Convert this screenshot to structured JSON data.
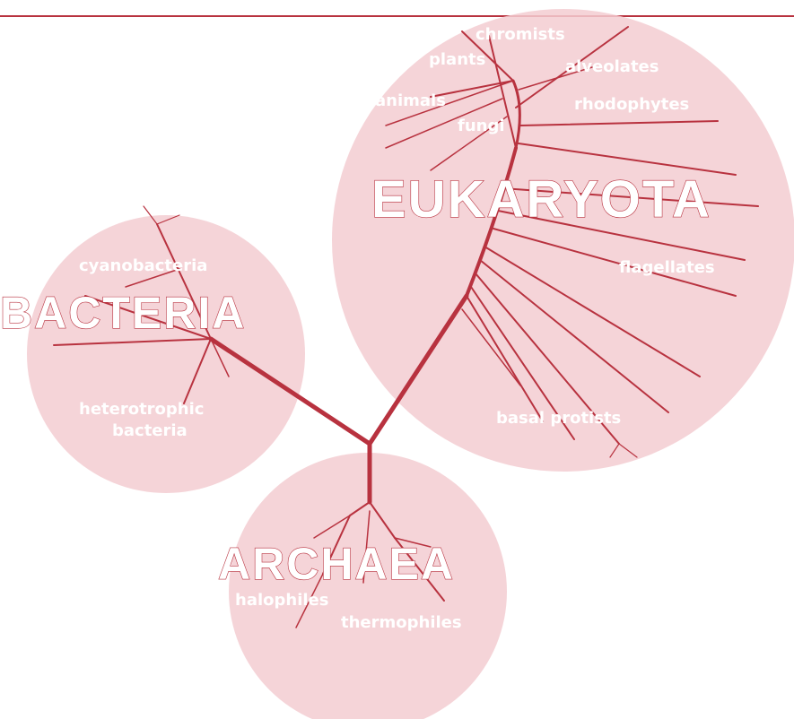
{
  "domains": {
    "eukaryota": "EUKARYOTA",
    "bacteria": "BACTERIA",
    "archaea": "ARCHAEA"
  },
  "groups": {
    "chromists": "chromists",
    "plants": "plants",
    "alveolates": "alveolates",
    "animals": "animals",
    "rhodophytes": "rhodophytes",
    "fungi": "fungi",
    "flagellates": "flagellates",
    "basal_protists": "basal protists",
    "cyanobacteria": "cyanobacteria",
    "heterotrophic_bacteria_1": "heterotrophic",
    "heterotrophic_bacteria_2": "bacteria",
    "halophiles": "halophiles",
    "thermophiles": "thermophiles"
  },
  "colors": {
    "circle": "#f2c8cc",
    "branch": "#b8323f",
    "label_fill": "#ffffff"
  }
}
